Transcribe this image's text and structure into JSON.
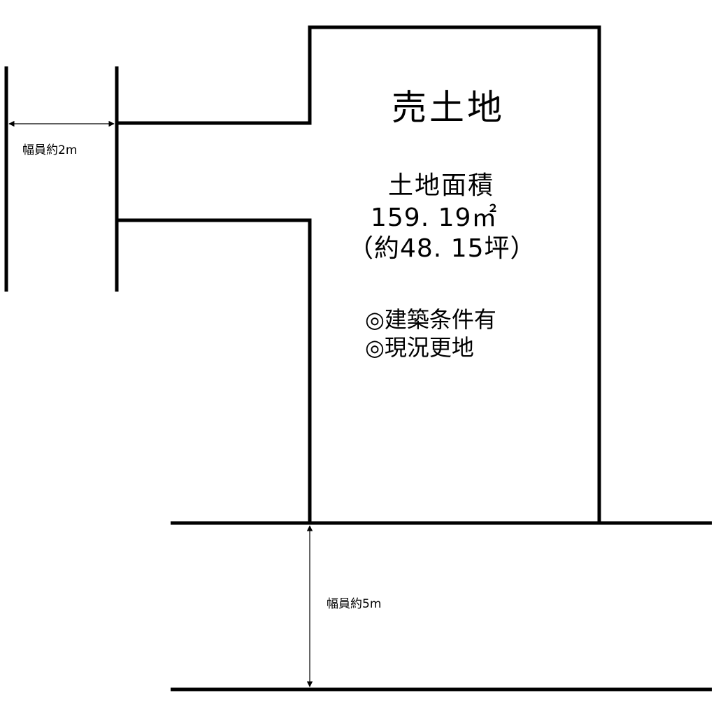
{
  "sign": {
    "title": "売土地",
    "area_label": "土地面積",
    "area_sqm": "159. 19㎡",
    "area_tsubo": "（約48. 15坪）",
    "notes": [
      "◎建築条件有",
      "◎現況更地"
    ]
  },
  "dimensions": {
    "side_road_width": "幅員約2m",
    "front_road_width": "幅員約5m"
  },
  "colors": {
    "line": "#000000",
    "background": "#ffffff"
  }
}
